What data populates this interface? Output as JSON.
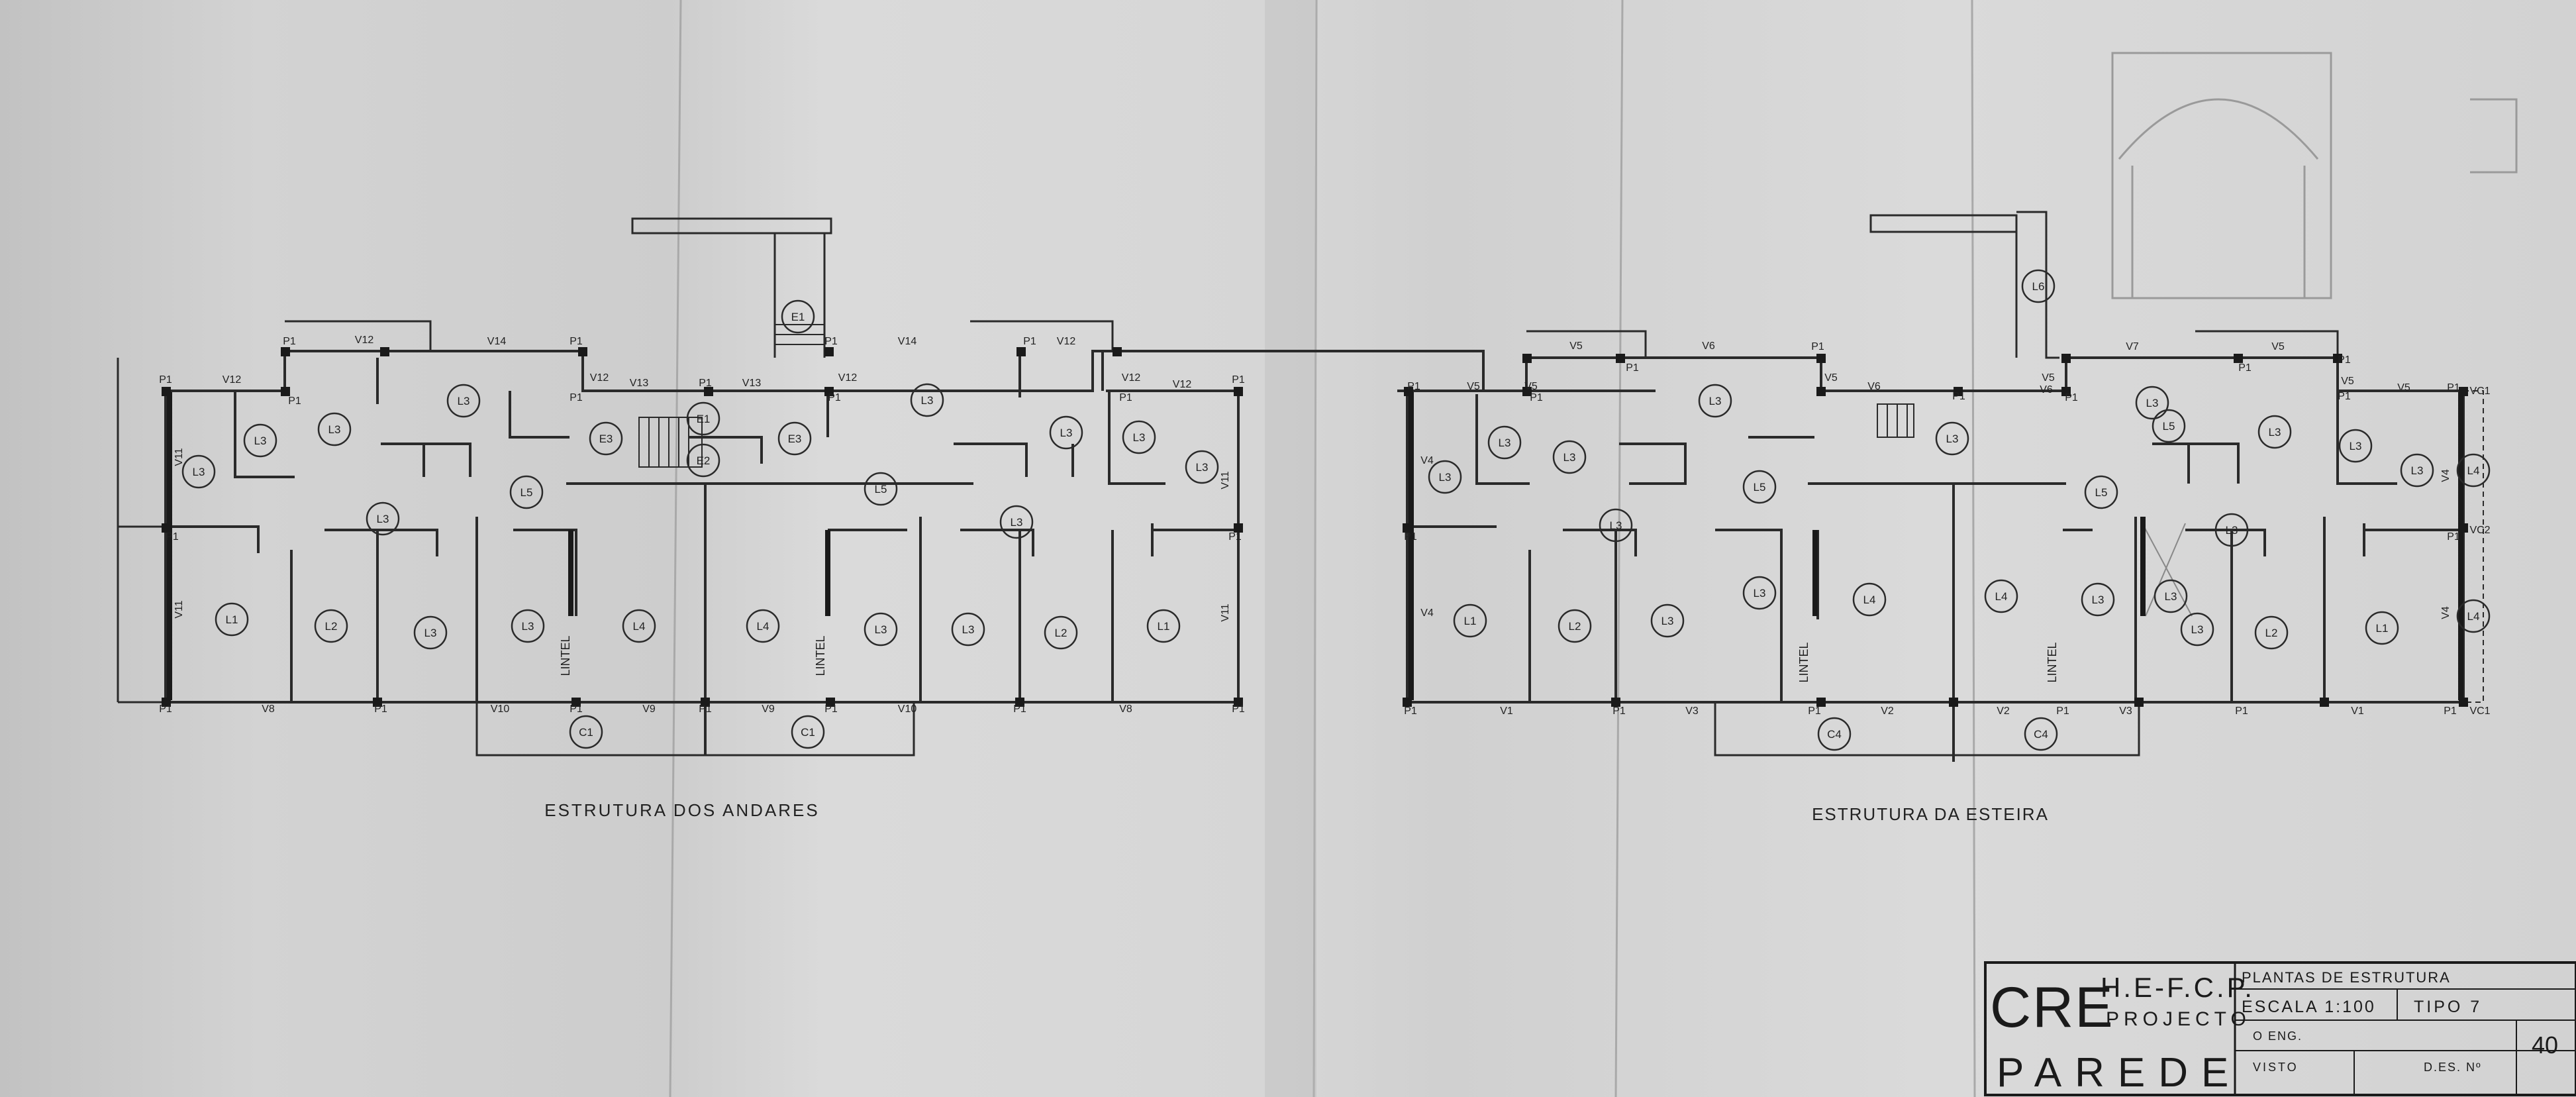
{
  "left_plan": {
    "caption": "ESTRUTURA DOS ANDARES",
    "beams": [
      {
        "id": "lb1",
        "t": "V12"
      },
      {
        "id": "lb2",
        "t": "P1"
      },
      {
        "id": "lb3",
        "t": "V14"
      },
      {
        "id": "lb4",
        "t": "P1"
      },
      {
        "id": "lb5",
        "t": "V12"
      },
      {
        "id": "lb6",
        "t": "V12"
      },
      {
        "id": "lb7",
        "t": "P1"
      },
      {
        "id": "lb8",
        "t": "V13"
      },
      {
        "id": "lb9",
        "t": "P1"
      },
      {
        "id": "lb10",
        "t": "V13"
      },
      {
        "id": "lb11",
        "t": "P1"
      },
      {
        "id": "lb12",
        "t": "V12"
      },
      {
        "id": "lb13",
        "t": "V14"
      },
      {
        "id": "lb14",
        "t": "V12"
      },
      {
        "id": "lb15",
        "t": "V12"
      },
      {
        "id": "lb16",
        "t": "V12"
      },
      {
        "id": "lb17",
        "t": "P1"
      },
      {
        "id": "lb18",
        "t": "P1"
      },
      {
        "id": "lb19",
        "t": "V8"
      },
      {
        "id": "lb20",
        "t": "P1"
      },
      {
        "id": "lb21",
        "t": "V10"
      },
      {
        "id": "lb22",
        "t": "P1"
      },
      {
        "id": "lb23",
        "t": "V9"
      },
      {
        "id": "lb24",
        "t": "P1"
      },
      {
        "id": "lb25",
        "t": "V9"
      },
      {
        "id": "lb26",
        "t": "P1"
      },
      {
        "id": "lb27",
        "t": "V10"
      },
      {
        "id": "lb28",
        "t": "P1"
      },
      {
        "id": "lb29",
        "t": "V8"
      },
      {
        "id": "lb30",
        "t": "P1"
      },
      {
        "id": "lb31",
        "t": "V11"
      },
      {
        "id": "lb32",
        "t": "V11"
      },
      {
        "id": "lb33",
        "t": "V11"
      },
      {
        "id": "lb34",
        "t": "V11"
      },
      {
        "id": "lb35",
        "t": "P1"
      },
      {
        "id": "lb36",
        "t": "P1"
      },
      {
        "id": "lb37",
        "t": "P1"
      },
      {
        "id": "lb38",
        "t": "P1"
      },
      {
        "id": "lb39",
        "t": "P1"
      },
      {
        "id": "lb40",
        "t": "P1"
      },
      {
        "id": "lb41",
        "t": "P1"
      },
      {
        "id": "lb42",
        "t": "LINTEL"
      },
      {
        "id": "lb43",
        "t": "LINTEL"
      }
    ],
    "slabs": [
      {
        "id": "ls1",
        "t": "E1"
      },
      {
        "id": "ls2",
        "t": "L3"
      },
      {
        "id": "ls3",
        "t": "L3"
      },
      {
        "id": "ls4",
        "t": "L3"
      },
      {
        "id": "ls5",
        "t": "L3"
      },
      {
        "id": "ls6",
        "t": "E3"
      },
      {
        "id": "ls7",
        "t": "E1"
      },
      {
        "id": "ls8",
        "t": "E3"
      },
      {
        "id": "ls9",
        "t": "E2"
      },
      {
        "id": "ls10",
        "t": "L5"
      },
      {
        "id": "ls11",
        "t": "L5"
      },
      {
        "id": "ls12",
        "t": "L3"
      },
      {
        "id": "ls13",
        "t": "L3"
      },
      {
        "id": "ls14",
        "t": "L3"
      },
      {
        "id": "ls15",
        "t": "L3"
      },
      {
        "id": "ls16",
        "t": "L3"
      },
      {
        "id": "ls17",
        "t": "L3"
      },
      {
        "id": "ls18",
        "t": "L1"
      },
      {
        "id": "ls19",
        "t": "L2"
      },
      {
        "id": "ls20",
        "t": "L3"
      },
      {
        "id": "ls21",
        "t": "L3"
      },
      {
        "id": "ls22",
        "t": "L4"
      },
      {
        "id": "ls23",
        "t": "L4"
      },
      {
        "id": "ls24",
        "t": "L3"
      },
      {
        "id": "ls25",
        "t": "L3"
      },
      {
        "id": "ls26",
        "t": "L2"
      },
      {
        "id": "ls27",
        "t": "L1"
      },
      {
        "id": "ls28",
        "t": "C1"
      },
      {
        "id": "ls29",
        "t": "C1"
      }
    ]
  },
  "right_plan": {
    "caption": "ESTRUTURA DA ESTEIRA",
    "beams": [
      {
        "id": "rb1",
        "t": "V5"
      },
      {
        "id": "rb2",
        "t": "V6"
      },
      {
        "id": "rb3",
        "t": "P1"
      },
      {
        "id": "rb4",
        "t": "P1"
      },
      {
        "id": "rb5",
        "t": "V7"
      },
      {
        "id": "rb6",
        "t": "V5"
      },
      {
        "id": "rb7",
        "t": "P1"
      },
      {
        "id": "rb8",
        "t": "P1"
      },
      {
        "id": "rb9",
        "t": "V5"
      },
      {
        "id": "rb10",
        "t": "V5"
      },
      {
        "id": "rb11",
        "t": "P1"
      },
      {
        "id": "rb12",
        "t": "V5"
      },
      {
        "id": "rb13",
        "t": "V6"
      },
      {
        "id": "rb14",
        "t": "V6"
      },
      {
        "id": "rb15",
        "t": "V5"
      },
      {
        "id": "rb16",
        "t": "P1"
      },
      {
        "id": "rb17",
        "t": "V5"
      },
      {
        "id": "rb18",
        "t": "V5"
      },
      {
        "id": "rb19",
        "t": "P1"
      },
      {
        "id": "rb20",
        "t": "VC1"
      },
      {
        "id": "rb21",
        "t": "P1"
      },
      {
        "id": "rb22",
        "t": "P1"
      },
      {
        "id": "rb23",
        "t": "VC2"
      },
      {
        "id": "rb24",
        "t": "P1"
      },
      {
        "id": "rb25",
        "t": "V1"
      },
      {
        "id": "rb26",
        "t": "P1"
      },
      {
        "id": "rb27",
        "t": "V3"
      },
      {
        "id": "rb28",
        "t": "P1"
      },
      {
        "id": "rb29",
        "t": "V2"
      },
      {
        "id": "rb30",
        "t": "V2"
      },
      {
        "id": "rb31",
        "t": "P1"
      },
      {
        "id": "rb32",
        "t": "V3"
      },
      {
        "id": "rb33",
        "t": "P1"
      },
      {
        "id": "rb34",
        "t": "V1"
      },
      {
        "id": "rb35",
        "t": "P1"
      },
      {
        "id": "rb36",
        "t": "VC1"
      },
      {
        "id": "rb37",
        "t": "V4"
      },
      {
        "id": "rb38",
        "t": "V4"
      },
      {
        "id": "rb39",
        "t": "V4"
      },
      {
        "id": "rb40",
        "t": "V4"
      },
      {
        "id": "rb41",
        "t": "LINTEL"
      },
      {
        "id": "rb42",
        "t": "LINTEL"
      },
      {
        "id": "rb43",
        "t": "P1"
      },
      {
        "id": "rb44",
        "t": "P1"
      },
      {
        "id": "rb45",
        "t": "P1"
      }
    ],
    "slabs": [
      {
        "id": "rs1",
        "t": "L6"
      },
      {
        "id": "rs2",
        "t": "L3"
      },
      {
        "id": "rs3",
        "t": "L3"
      },
      {
        "id": "rs4",
        "t": "L3"
      },
      {
        "id": "rs5",
        "t": "L3"
      },
      {
        "id": "rs6",
        "t": "L3"
      },
      {
        "id": "rs7",
        "t": "L3"
      },
      {
        "id": "rs8",
        "t": "L3"
      },
      {
        "id": "rs9",
        "t": "L3"
      },
      {
        "id": "rs10",
        "t": "L3"
      },
      {
        "id": "rs11",
        "t": "L5"
      },
      {
        "id": "rs12",
        "t": "L5"
      },
      {
        "id": "rs13",
        "t": "L3"
      },
      {
        "id": "rs14",
        "t": "L5"
      },
      {
        "id": "rs15",
        "t": "L3"
      },
      {
        "id": "rs16",
        "t": "L3"
      },
      {
        "id": "rs17",
        "t": "L1"
      },
      {
        "id": "rs18",
        "t": "L2"
      },
      {
        "id": "rs19",
        "t": "L3"
      },
      {
        "id": "rs20",
        "t": "L3"
      },
      {
        "id": "rs21",
        "t": "L4"
      },
      {
        "id": "rs22",
        "t": "L4"
      },
      {
        "id": "rs23",
        "t": "L3"
      },
      {
        "id": "rs24",
        "t": "L3"
      },
      {
        "id": "rs25",
        "t": "L2"
      },
      {
        "id": "rs26",
        "t": "L1"
      },
      {
        "id": "rs27",
        "t": "C4"
      },
      {
        "id": "rs28",
        "t": "C4"
      },
      {
        "id": "rs29",
        "t": "L4"
      },
      {
        "id": "rs30",
        "t": "L4"
      }
    ]
  },
  "title_block": {
    "logo": "CRE",
    "org": "H.E-F.C.P.",
    "projecto": "PROJECTO",
    "place": "PAREDE",
    "drawing_title": "PLANTAS DE ESTRUTURA",
    "scale": "ESCALA 1:100",
    "type": "TIPO 7",
    "engineer": "O ENG.",
    "visto": "VISTO",
    "des_no": "D.ES. Nº",
    "sheet_no": "40"
  }
}
